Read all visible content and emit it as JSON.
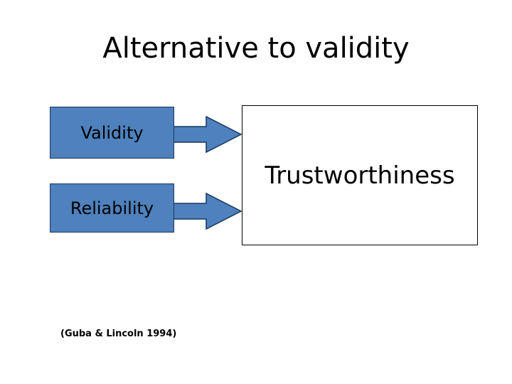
{
  "slide": {
    "title": "Alternative to validity",
    "background_color": "#FFFFFF"
  },
  "diagram": {
    "type": "flow",
    "accent_color": "#4E81BD",
    "border_color": "#17375D",
    "sources": [
      {
        "label": "Validity"
      },
      {
        "label": "Reliability"
      }
    ],
    "arrows": [
      {
        "name": "arrow-validity-to-trustworthiness",
        "direction": "right"
      },
      {
        "name": "arrow-reliability-to-trustworthiness",
        "direction": "right"
      }
    ],
    "outcome": {
      "label": "Trustworthiness"
    }
  },
  "citation": "(Guba & Lincoln 1994)"
}
